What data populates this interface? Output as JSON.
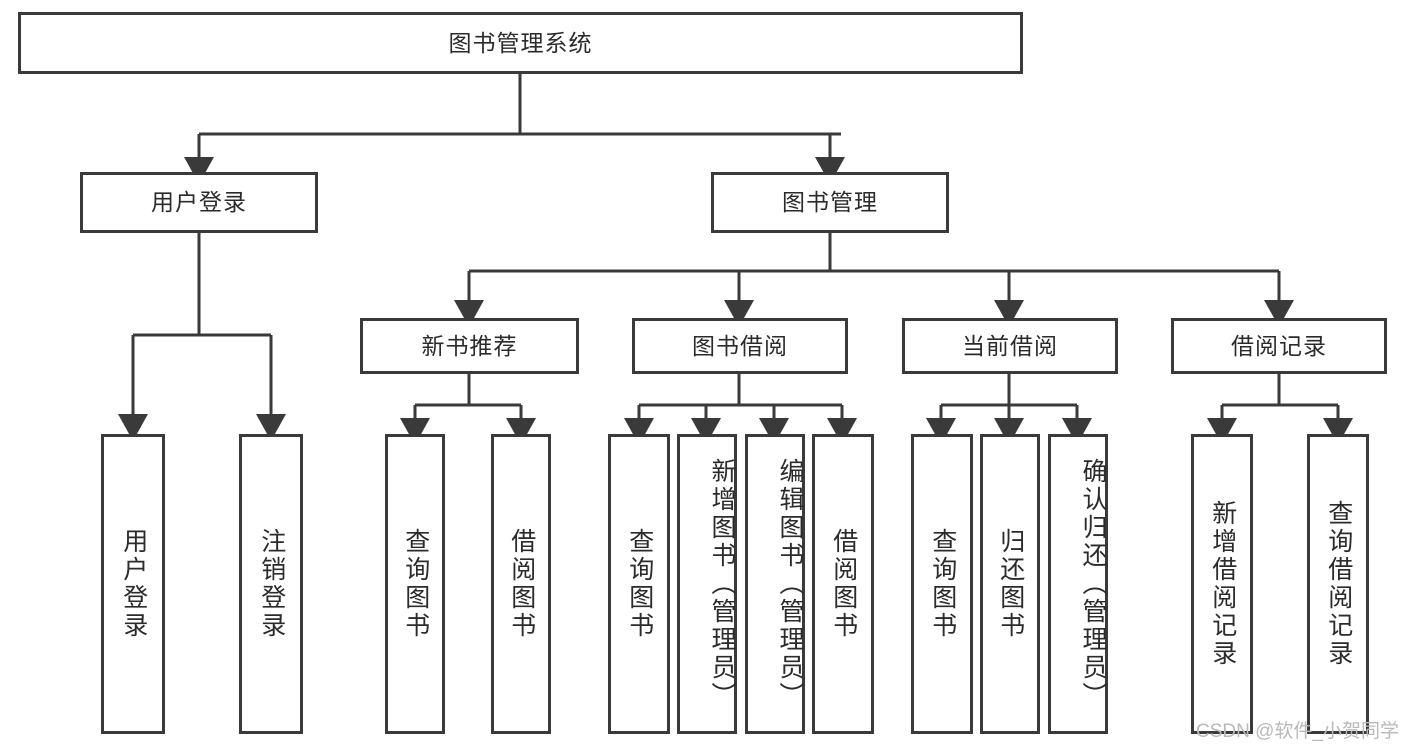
{
  "diagram": {
    "type": "tree-hierarchy",
    "title_node": {
      "id": "root",
      "label": "图书管理系统"
    },
    "levels": [
      {
        "level": 1,
        "nodes": [
          {
            "id": "root",
            "label": "图书管理系统",
            "orientation": "horizontal"
          }
        ]
      },
      {
        "level": 2,
        "nodes": [
          {
            "id": "user-login",
            "label": "用户登录",
            "orientation": "horizontal",
            "parent": "root"
          },
          {
            "id": "book-manage",
            "label": "图书管理",
            "orientation": "horizontal",
            "parent": "root"
          }
        ]
      },
      {
        "level": 3,
        "nodes": [
          {
            "id": "new-book-rec",
            "label": "新书推荐",
            "orientation": "horizontal",
            "parent": "book-manage"
          },
          {
            "id": "book-borrow",
            "label": "图书借阅",
            "orientation": "horizontal",
            "parent": "book-manage"
          },
          {
            "id": "current-borrow",
            "label": "当前借阅",
            "orientation": "horizontal",
            "parent": "book-manage"
          },
          {
            "id": "borrow-record",
            "label": "借阅记录",
            "orientation": "horizontal",
            "parent": "book-manage"
          }
        ]
      },
      {
        "level": 4,
        "nodes": [
          {
            "id": "leaf-user-login",
            "label": "用户登录",
            "orientation": "vertical",
            "parent": "user-login"
          },
          {
            "id": "leaf-logout",
            "label": "注销登录",
            "orientation": "vertical",
            "parent": "user-login"
          },
          {
            "id": "leaf-query-book-1",
            "label": "查询图书",
            "orientation": "vertical",
            "parent": "new-book-rec"
          },
          {
            "id": "leaf-borrow-book-1",
            "label": "借阅图书",
            "orientation": "vertical",
            "parent": "new-book-rec"
          },
          {
            "id": "leaf-query-book-2",
            "label": "查询图书",
            "orientation": "vertical",
            "parent": "book-borrow"
          },
          {
            "id": "leaf-add-book",
            "label": "新增图书（管理员）",
            "orientation": "vertical",
            "parent": "book-borrow"
          },
          {
            "id": "leaf-edit-book",
            "label": "编辑图书（管理员）",
            "orientation": "vertical",
            "parent": "book-borrow"
          },
          {
            "id": "leaf-borrow-book-2",
            "label": "借阅图书",
            "orientation": "vertical",
            "parent": "book-borrow"
          },
          {
            "id": "leaf-query-book-3",
            "label": "查询图书",
            "orientation": "vertical",
            "parent": "current-borrow"
          },
          {
            "id": "leaf-return-book",
            "label": "归还图书",
            "orientation": "vertical",
            "parent": "current-borrow"
          },
          {
            "id": "leaf-confirm-return",
            "label": "确认归还（管理员）",
            "orientation": "vertical",
            "parent": "current-borrow"
          },
          {
            "id": "leaf-add-record",
            "label": "新增借阅记录",
            "orientation": "vertical",
            "parent": "borrow-record"
          },
          {
            "id": "leaf-query-record",
            "label": "查询借阅记录",
            "orientation": "vertical",
            "parent": "borrow-record"
          }
        ]
      }
    ]
  },
  "watermark": {
    "text": "CSDN @软件_小贺同学"
  },
  "colors": {
    "stroke": "#3a3a3a",
    "text": "#2b2b2b",
    "background": "#ffffff",
    "watermark": "#b9b9b9"
  }
}
